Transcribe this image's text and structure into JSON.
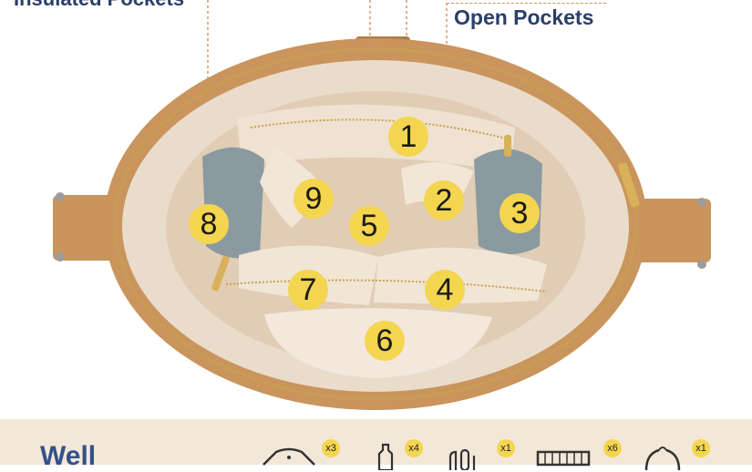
{
  "headline_top": "Insulated Pockets",
  "open_pockets_label": "Open Pockets",
  "pocket_numbers": [
    "1",
    "2",
    "3",
    "4",
    "5",
    "6",
    "7",
    "8",
    "9"
  ],
  "bottom": {
    "title": "Well",
    "items": [
      {
        "icon": "onesie-icon",
        "count": "x3"
      },
      {
        "icon": "baby-bottle-icon",
        "count": "x4"
      },
      {
        "icon": "pacifier-icon",
        "count": "x1"
      },
      {
        "icon": "diaper-icon",
        "count": "x6"
      },
      {
        "icon": "wipes-icon",
        "count": "x1"
      }
    ]
  },
  "colors": {
    "label_navy": "#2a3f6a",
    "badge_yellow": "#f4d54f",
    "leather": "#c9955c",
    "lining": "#eadccb",
    "insulated": "#8a9aa0",
    "bottom_band": "#f3e8d8"
  }
}
